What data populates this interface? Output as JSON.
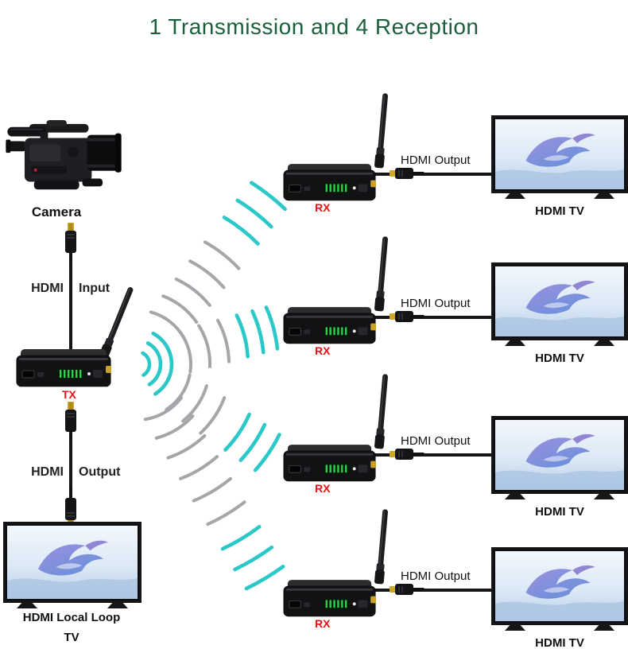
{
  "title": "1 Transmission and 4 Reception",
  "colors": {
    "title_green": "#1c5f3c",
    "signal_teal": "#2ac8c8",
    "signal_gray": "#a6a6aa",
    "device_label_red": "#e81212"
  },
  "camera": {
    "label": "Camera"
  },
  "transmitter": {
    "label": "TX",
    "input_label_left": "HDMI",
    "input_label_right": "Input",
    "output_label_left": "HDMI",
    "output_label_right": "Output"
  },
  "local_tv": {
    "label_line1": "HDMI Local Loop",
    "label_line2": "TV"
  },
  "receivers": [
    {
      "label": "RX",
      "output_label": "HDMI Output",
      "tv_label": "HDMI TV"
    },
    {
      "label": "RX",
      "output_label": "HDMI Output",
      "tv_label": "HDMI TV"
    },
    {
      "label": "RX",
      "output_label": "HDMI Output",
      "tv_label": "HDMI TV"
    },
    {
      "label": "RX",
      "output_label": "HDMI Output",
      "tv_label": "HDMI TV"
    }
  ]
}
